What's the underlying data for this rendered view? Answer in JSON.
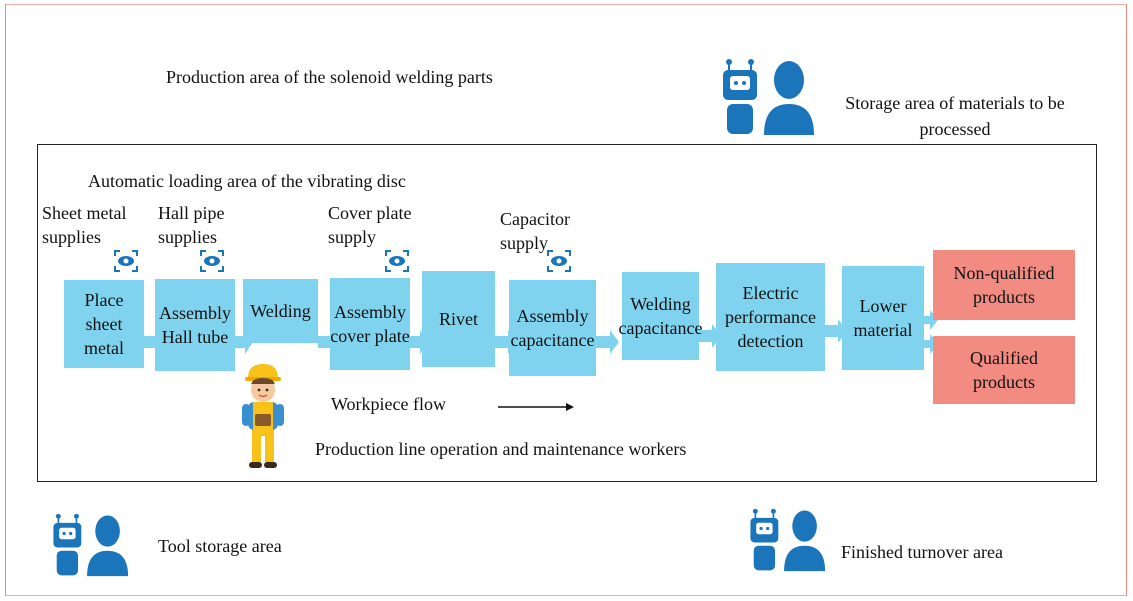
{
  "frame": {
    "border_color": "#e88a7a"
  },
  "labels": {
    "production_area": "Production area of the solenoid welding parts",
    "storage_area": "Storage area of materials to be processed",
    "loading_area": "Automatic loading area of the vibrating disc",
    "sheet_supplies": "Sheet metal supplies",
    "hall_supplies": "Hall pipe supplies",
    "cover_supply": "Cover plate supply",
    "capacitor_supply": "Capacitor supply",
    "workpiece_flow": "Workpiece flow",
    "workers": "Production line operation and maintenance workers",
    "tool_storage": "Tool storage area",
    "finished_turnover": "Finished turnover area"
  },
  "process_steps": [
    {
      "label": "Place sheet metal"
    },
    {
      "label": "Assembly Hall tube"
    },
    {
      "label": "Welding"
    },
    {
      "label": "Assembly cover plate"
    },
    {
      "label": "Rivet"
    },
    {
      "label": "Assembly capacitance"
    },
    {
      "label": "Welding capacitance"
    },
    {
      "label": "Electric performance detection"
    },
    {
      "label": "Lower material"
    }
  ],
  "outputs": [
    {
      "label": "Non-qualified products"
    },
    {
      "label": "Qualified products"
    }
  ],
  "icons": [
    "robot-icon",
    "person-icon",
    "vision-sensor-icon",
    "worker-icon",
    "arrow-right-icon"
  ],
  "colors": {
    "process_box": "#7fd3ee",
    "output_box": "#f28b82",
    "icon_blue": "#1a75bb"
  }
}
